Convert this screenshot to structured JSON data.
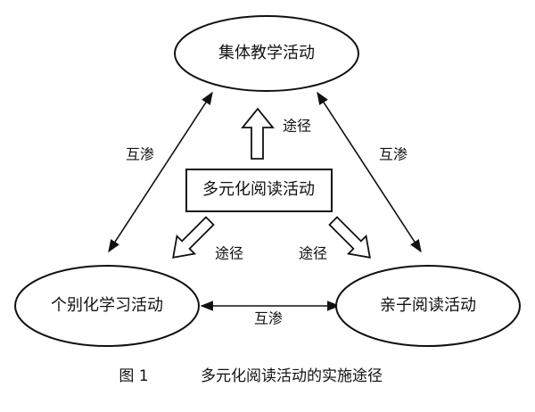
{
  "diagram": {
    "nodes": {
      "top": {
        "label": "集体教学活动"
      },
      "left": {
        "label": "个别化学习活动"
      },
      "right": {
        "label": "亲子阅读活动"
      },
      "center": {
        "label": "多元化阅读活动"
      }
    },
    "edges": {
      "top_left": {
        "label": "互渗"
      },
      "top_right": {
        "label": "互渗"
      },
      "left_right": {
        "label": "互渗"
      }
    },
    "pathways": {
      "to_top": {
        "label": "途径"
      },
      "to_left": {
        "label": "途径"
      },
      "to_right": {
        "label": "途径"
      }
    },
    "caption": {
      "figure_no": "图 1",
      "title": "多元化阅读活动的实施途径"
    }
  }
}
